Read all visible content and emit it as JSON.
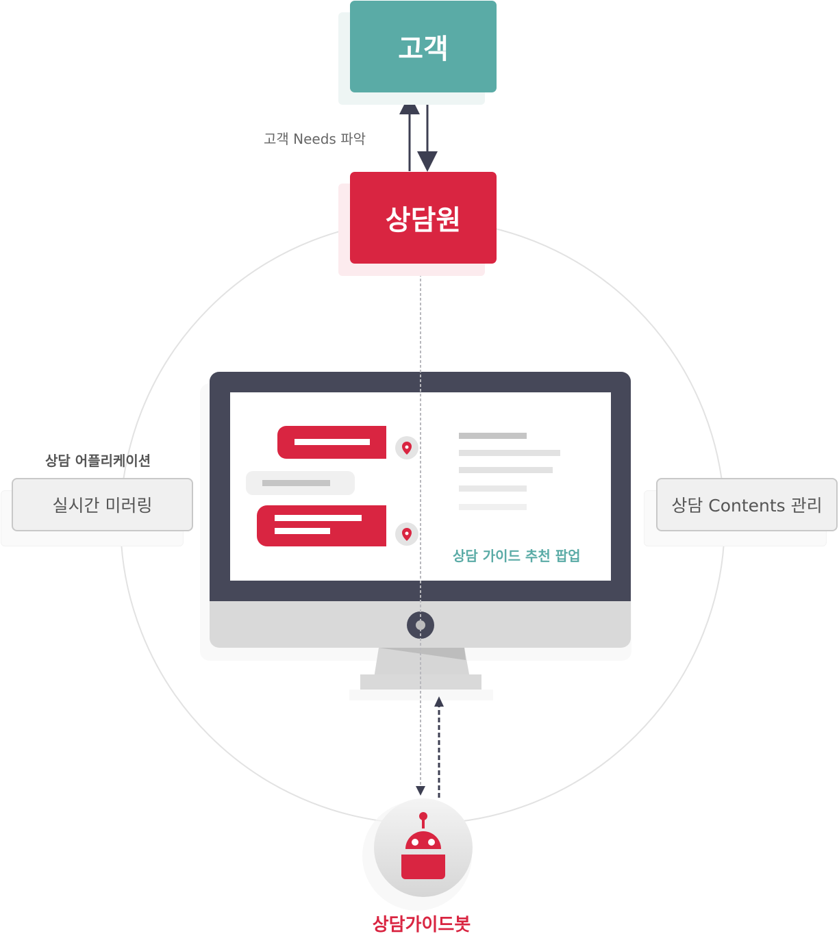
{
  "nodes": {
    "customer": "고객",
    "agent": "상담원",
    "bot": "상담가이드봇"
  },
  "labels": {
    "needs": "고객  Needs 파악",
    "app_caption": "상담 어플리케이션",
    "popup_caption": "상담 가이드 추천 팝업"
  },
  "side_boxes": {
    "mirroring": "실시간 미러링",
    "contents": "상담 Contents 관리"
  },
  "colors": {
    "teal": "#5aaba6",
    "red": "#d92541",
    "monitor_frame": "#464859",
    "arrow": "#3d3f52"
  },
  "icons": {
    "bot": "robot-icon",
    "bubble_marker": "robot-marker-icon"
  }
}
